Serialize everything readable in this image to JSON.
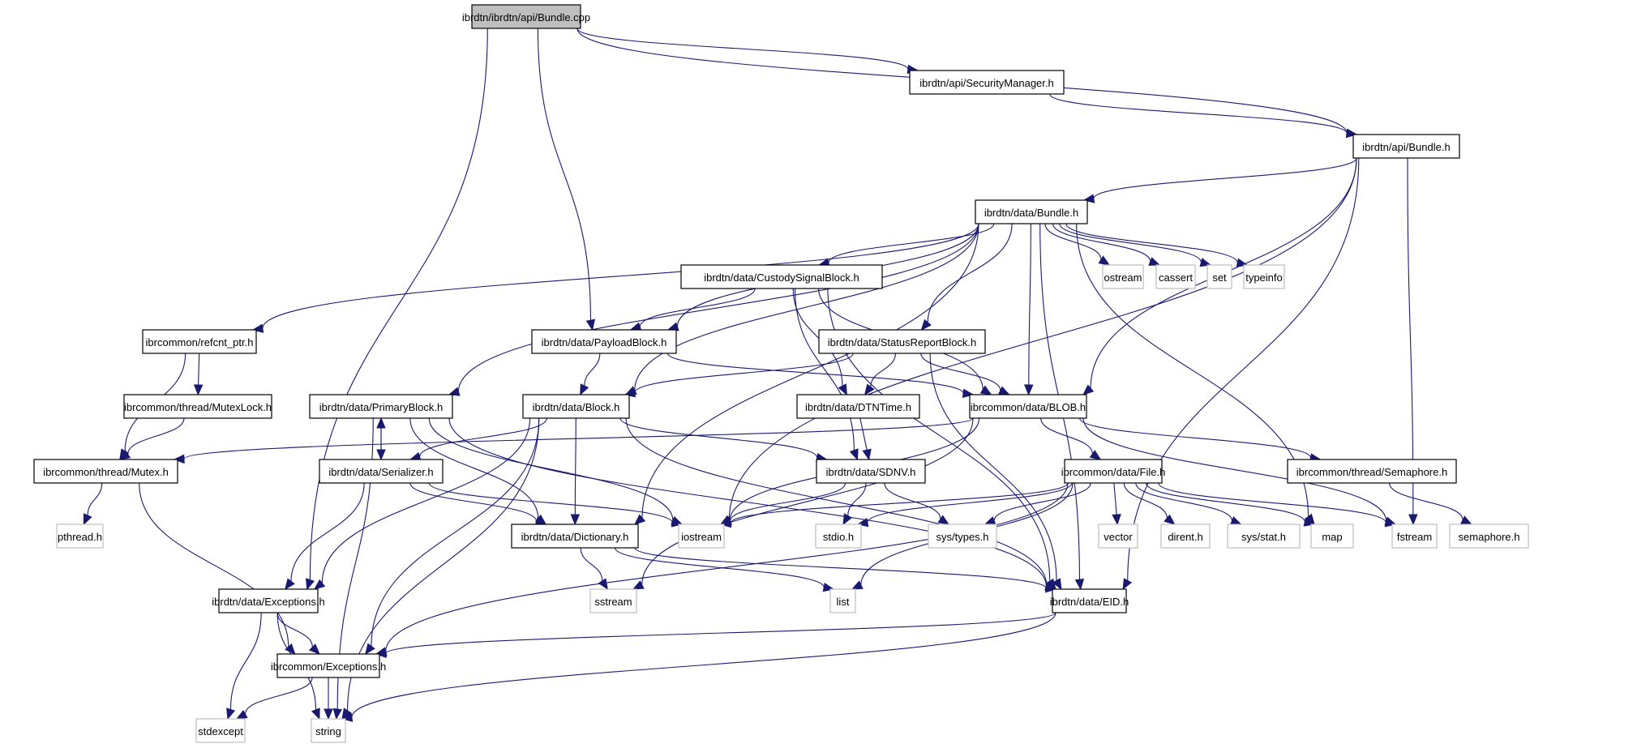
{
  "title": "ibrdtn/ibrdtn/api/Bundle.cpp include dependency graph",
  "colors": {
    "edge": "#191970",
    "root_fill": "#bfbfbf",
    "local_border": "#000000",
    "system_border": "#bfbfbf"
  },
  "nodes": [
    {
      "id": "bundle_cpp",
      "label": "ibrdtn/ibrdtn/api/Bundle.cpp",
      "kind": "root"
    },
    {
      "id": "security_manager",
      "label": "ibrdtn/api/SecurityManager.h",
      "kind": "local"
    },
    {
      "id": "api_bundle",
      "label": "ibrdtn/api/Bundle.h",
      "kind": "local"
    },
    {
      "id": "data_bundle",
      "label": "ibrdtn/data/Bundle.h",
      "kind": "local"
    },
    {
      "id": "custody_signal",
      "label": "ibrdtn/data/CustodySignalBlock.h",
      "kind": "local"
    },
    {
      "id": "refcnt_ptr",
      "label": "ibrcommon/refcnt_ptr.h",
      "kind": "local"
    },
    {
      "id": "payload_block",
      "label": "ibrdtn/data/PayloadBlock.h",
      "kind": "local"
    },
    {
      "id": "status_report",
      "label": "ibrdtn/data/StatusReportBlock.h",
      "kind": "local"
    },
    {
      "id": "mutex_lock",
      "label": "ibrcommon/thread/MutexLock.h",
      "kind": "local"
    },
    {
      "id": "primary_block",
      "label": "ibrdtn/data/PrimaryBlock.h",
      "kind": "local"
    },
    {
      "id": "block",
      "label": "ibrdtn/data/Block.h",
      "kind": "local"
    },
    {
      "id": "dtntime",
      "label": "ibrdtn/data/DTNTime.h",
      "kind": "local"
    },
    {
      "id": "blob",
      "label": "ibrcommon/data/BLOB.h",
      "kind": "local"
    },
    {
      "id": "mutex",
      "label": "ibrcommon/thread/Mutex.h",
      "kind": "local"
    },
    {
      "id": "serializer",
      "label": "ibrdtn/data/Serializer.h",
      "kind": "local"
    },
    {
      "id": "sdnv",
      "label": "ibrdtn/data/SDNV.h",
      "kind": "local"
    },
    {
      "id": "file",
      "label": "ibrcommon/data/File.h",
      "kind": "local"
    },
    {
      "id": "semaphore_h",
      "label": "ibrcommon/thread/Semaphore.h",
      "kind": "local"
    },
    {
      "id": "dictionary",
      "label": "ibrdtn/data/Dictionary.h",
      "kind": "local"
    },
    {
      "id": "dtn_exceptions",
      "label": "ibrdtn/data/Exceptions.h",
      "kind": "local"
    },
    {
      "id": "eid",
      "label": "ibrdtn/data/EID.h",
      "kind": "local"
    },
    {
      "id": "common_exceptions",
      "label": "ibrcommon/Exceptions.h",
      "kind": "local"
    },
    {
      "id": "ostream",
      "label": "ostream",
      "kind": "system"
    },
    {
      "id": "cassert",
      "label": "cassert",
      "kind": "system"
    },
    {
      "id": "set",
      "label": "set",
      "kind": "system"
    },
    {
      "id": "typeinfo",
      "label": "typeinfo",
      "kind": "system"
    },
    {
      "id": "pthread",
      "label": "pthread.h",
      "kind": "system"
    },
    {
      "id": "iostream",
      "label": "iostream",
      "kind": "system"
    },
    {
      "id": "stdio",
      "label": "stdio.h",
      "kind": "system"
    },
    {
      "id": "sys_types",
      "label": "sys/types.h",
      "kind": "system"
    },
    {
      "id": "vector",
      "label": "vector",
      "kind": "system"
    },
    {
      "id": "dirent",
      "label": "dirent.h",
      "kind": "system"
    },
    {
      "id": "sys_stat",
      "label": "sys/stat.h",
      "kind": "system"
    },
    {
      "id": "map",
      "label": "map",
      "kind": "system"
    },
    {
      "id": "fstream",
      "label": "fstream",
      "kind": "system"
    },
    {
      "id": "semaphore_sys",
      "label": "semaphore.h",
      "kind": "system"
    },
    {
      "id": "sstream",
      "label": "sstream",
      "kind": "system"
    },
    {
      "id": "list",
      "label": "list",
      "kind": "system"
    },
    {
      "id": "stdexcept",
      "label": "stdexcept",
      "kind": "system"
    },
    {
      "id": "string",
      "label": "string",
      "kind": "system"
    }
  ],
  "edges": [
    [
      "bundle_cpp",
      "security_manager"
    ],
    [
      "bundle_cpp",
      "api_bundle"
    ],
    [
      "bundle_cpp",
      "payload_block"
    ],
    [
      "bundle_cpp",
      "dtn_exceptions"
    ],
    [
      "security_manager",
      "api_bundle"
    ],
    [
      "api_bundle",
      "data_bundle"
    ],
    [
      "api_bundle",
      "blob"
    ],
    [
      "api_bundle",
      "iostream"
    ],
    [
      "api_bundle",
      "fstream"
    ],
    [
      "api_bundle",
      "eid"
    ],
    [
      "data_bundle",
      "refcnt_ptr"
    ],
    [
      "data_bundle",
      "primary_block"
    ],
    [
      "data_bundle",
      "block"
    ],
    [
      "data_bundle",
      "payload_block"
    ],
    [
      "data_bundle",
      "custody_signal"
    ],
    [
      "data_bundle",
      "status_report"
    ],
    [
      "data_bundle",
      "dictionary"
    ],
    [
      "data_bundle",
      "blob"
    ],
    [
      "data_bundle",
      "map"
    ],
    [
      "data_bundle",
      "eid"
    ],
    [
      "data_bundle",
      "ostream"
    ],
    [
      "data_bundle",
      "cassert"
    ],
    [
      "data_bundle",
      "set"
    ],
    [
      "data_bundle",
      "typeinfo"
    ],
    [
      "custody_signal",
      "payload_block"
    ],
    [
      "custody_signal",
      "dtntime"
    ],
    [
      "custody_signal",
      "sdnv"
    ],
    [
      "custody_signal",
      "blob"
    ],
    [
      "custody_signal",
      "eid"
    ],
    [
      "refcnt_ptr",
      "mutex_lock"
    ],
    [
      "refcnt_ptr",
      "mutex"
    ],
    [
      "payload_block",
      "block"
    ],
    [
      "payload_block",
      "blob"
    ],
    [
      "status_report",
      "block"
    ],
    [
      "status_report",
      "dtntime"
    ],
    [
      "status_report",
      "blob"
    ],
    [
      "status_report",
      "eid"
    ],
    [
      "mutex_lock",
      "mutex"
    ],
    [
      "primary_block",
      "serializer"
    ],
    [
      "primary_block",
      "dictionary"
    ],
    [
      "primary_block",
      "eid"
    ],
    [
      "primary_block",
      "iostream"
    ],
    [
      "primary_block",
      "string"
    ],
    [
      "block",
      "serializer"
    ],
    [
      "block",
      "sdnv"
    ],
    [
      "block",
      "dictionary"
    ],
    [
      "block",
      "dtn_exceptions"
    ],
    [
      "block",
      "common_exceptions"
    ],
    [
      "block",
      "eid"
    ],
    [
      "block",
      "string"
    ],
    [
      "dtntime",
      "sdnv"
    ],
    [
      "blob",
      "mutex"
    ],
    [
      "blob",
      "file"
    ],
    [
      "blob",
      "semaphore_h"
    ],
    [
      "blob",
      "iostream"
    ],
    [
      "blob",
      "sstream"
    ],
    [
      "blob",
      "fstream"
    ],
    [
      "mutex",
      "pthread"
    ],
    [
      "mutex",
      "common_exceptions"
    ],
    [
      "serializer",
      "primary_block"
    ],
    [
      "serializer",
      "dictionary"
    ],
    [
      "serializer",
      "dtn_exceptions"
    ],
    [
      "serializer",
      "iostream"
    ],
    [
      "sdnv",
      "iostream"
    ],
    [
      "sdnv",
      "stdio"
    ],
    [
      "sdnv",
      "sys_types"
    ],
    [
      "file",
      "iostream"
    ],
    [
      "file",
      "stdio"
    ],
    [
      "file",
      "sys_types"
    ],
    [
      "file",
      "vector"
    ],
    [
      "file",
      "dirent"
    ],
    [
      "file",
      "sys_stat"
    ],
    [
      "file",
      "map"
    ],
    [
      "file",
      "fstream"
    ],
    [
      "file",
      "list"
    ],
    [
      "file",
      "common_exceptions"
    ],
    [
      "semaphore_h",
      "semaphore_sys"
    ],
    [
      "dictionary",
      "sstream"
    ],
    [
      "dictionary",
      "list"
    ],
    [
      "dictionary",
      "eid"
    ],
    [
      "dtn_exceptions",
      "common_exceptions"
    ],
    [
      "dtn_exceptions",
      "stdexcept"
    ],
    [
      "dtn_exceptions",
      "string"
    ],
    [
      "eid",
      "common_exceptions"
    ],
    [
      "eid",
      "string"
    ],
    [
      "common_exceptions",
      "stdexcept"
    ],
    [
      "common_exceptions",
      "string"
    ]
  ]
}
